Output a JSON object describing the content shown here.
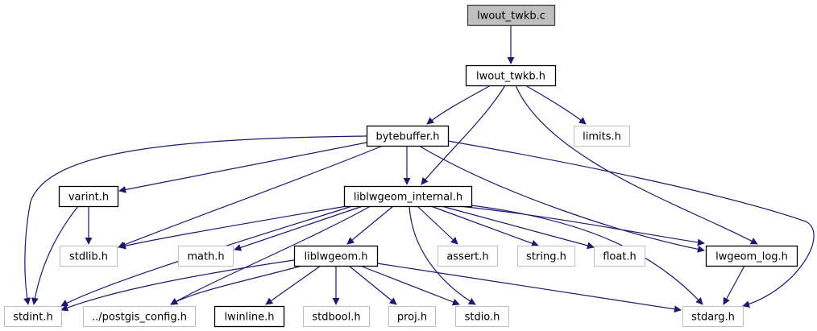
{
  "diagram": {
    "type": "include-dependency-graph",
    "edge_color": "#191970",
    "nodes": [
      {
        "id": "lwout_twkb_c",
        "label": "lwout_twkb.c",
        "kind": "root",
        "fill": "#bfbfbf",
        "border": "#404040"
      },
      {
        "id": "lwout_twkb_h",
        "label": "lwout_twkb.h",
        "kind": "local",
        "fill": "#ffffff",
        "border": "#000000"
      },
      {
        "id": "bytebuffer_h",
        "label": "bytebuffer.h",
        "kind": "local",
        "fill": "#ffffff",
        "border": "#000000"
      },
      {
        "id": "limits_h",
        "label": "limits.h",
        "kind": "system",
        "fill": "#ffffff",
        "border": "#bfbfbf"
      },
      {
        "id": "varint_h",
        "label": "varint.h",
        "kind": "local",
        "fill": "#ffffff",
        "border": "#000000"
      },
      {
        "id": "liblwgeom_internal_h",
        "label": "liblwgeom_internal.h",
        "kind": "local",
        "fill": "#ffffff",
        "border": "#000000"
      },
      {
        "id": "stdlib_h",
        "label": "stdlib.h",
        "kind": "system",
        "fill": "#ffffff",
        "border": "#bfbfbf"
      },
      {
        "id": "math_h",
        "label": "math.h",
        "kind": "system",
        "fill": "#ffffff",
        "border": "#bfbfbf"
      },
      {
        "id": "liblwgeom_h",
        "label": "liblwgeom.h",
        "kind": "local",
        "fill": "#ffffff",
        "border": "#000000"
      },
      {
        "id": "assert_h",
        "label": "assert.h",
        "kind": "system",
        "fill": "#ffffff",
        "border": "#bfbfbf"
      },
      {
        "id": "string_h",
        "label": "string.h",
        "kind": "system",
        "fill": "#ffffff",
        "border": "#bfbfbf"
      },
      {
        "id": "float_h",
        "label": "float.h",
        "kind": "system",
        "fill": "#ffffff",
        "border": "#bfbfbf"
      },
      {
        "id": "lwgeom_log_h",
        "label": "lwgeom_log.h",
        "kind": "local",
        "fill": "#ffffff",
        "border": "#000000"
      },
      {
        "id": "stdint_h",
        "label": "stdint.h",
        "kind": "system",
        "fill": "#ffffff",
        "border": "#bfbfbf"
      },
      {
        "id": "postgis_config_h",
        "label": "../postgis_config.h",
        "kind": "system",
        "fill": "#ffffff",
        "border": "#bfbfbf"
      },
      {
        "id": "lwinline_h",
        "label": "lwinline.h",
        "kind": "local",
        "fill": "#ffffff",
        "border": "#000000"
      },
      {
        "id": "stdbool_h",
        "label": "stdbool.h",
        "kind": "system",
        "fill": "#ffffff",
        "border": "#bfbfbf"
      },
      {
        "id": "proj_h",
        "label": "proj.h",
        "kind": "system",
        "fill": "#ffffff",
        "border": "#bfbfbf"
      },
      {
        "id": "stdio_h",
        "label": "stdio.h",
        "kind": "system",
        "fill": "#ffffff",
        "border": "#bfbfbf"
      },
      {
        "id": "stdarg_h",
        "label": "stdarg.h",
        "kind": "system",
        "fill": "#ffffff",
        "border": "#bfbfbf"
      }
    ],
    "edges": [
      {
        "from": "lwout_twkb_c",
        "to": "lwout_twkb_h"
      },
      {
        "from": "lwout_twkb_h",
        "to": "bytebuffer_h"
      },
      {
        "from": "lwout_twkb_h",
        "to": "liblwgeom_internal_h"
      },
      {
        "from": "lwout_twkb_h",
        "to": "limits_h"
      },
      {
        "from": "lwout_twkb_h",
        "to": "lwgeom_log_h"
      },
      {
        "from": "bytebuffer_h",
        "to": "varint_h"
      },
      {
        "from": "bytebuffer_h",
        "to": "liblwgeom_internal_h"
      },
      {
        "from": "bytebuffer_h",
        "to": "stdlib_h"
      },
      {
        "from": "bytebuffer_h",
        "to": "stdint_h"
      },
      {
        "from": "bytebuffer_h",
        "to": "lwgeom_log_h"
      },
      {
        "from": "bytebuffer_h",
        "to": "stdarg_h"
      },
      {
        "from": "varint_h",
        "to": "stdlib_h"
      },
      {
        "from": "varint_h",
        "to": "stdint_h"
      },
      {
        "from": "liblwgeom_internal_h",
        "to": "stdlib_h"
      },
      {
        "from": "liblwgeom_internal_h",
        "to": "stdint_h"
      },
      {
        "from": "liblwgeom_internal_h",
        "to": "postgis_config_h"
      },
      {
        "from": "liblwgeom_internal_h",
        "to": "math_h"
      },
      {
        "from": "liblwgeom_internal_h",
        "to": "liblwgeom_h"
      },
      {
        "from": "liblwgeom_internal_h",
        "to": "stdio_h"
      },
      {
        "from": "liblwgeom_internal_h",
        "to": "assert_h"
      },
      {
        "from": "liblwgeom_internal_h",
        "to": "string_h"
      },
      {
        "from": "liblwgeom_internal_h",
        "to": "float_h"
      },
      {
        "from": "liblwgeom_internal_h",
        "to": "lwgeom_log_h"
      },
      {
        "from": "liblwgeom_internal_h",
        "to": "stdarg_h"
      },
      {
        "from": "liblwgeom_h",
        "to": "stdint_h"
      },
      {
        "from": "liblwgeom_h",
        "to": "postgis_config_h"
      },
      {
        "from": "liblwgeom_h",
        "to": "lwinline_h"
      },
      {
        "from": "liblwgeom_h",
        "to": "stdbool_h"
      },
      {
        "from": "liblwgeom_h",
        "to": "proj_h"
      },
      {
        "from": "liblwgeom_h",
        "to": "stdio_h"
      },
      {
        "from": "liblwgeom_h",
        "to": "stdarg_h"
      },
      {
        "from": "lwgeom_log_h",
        "to": "stdarg_h"
      }
    ]
  }
}
